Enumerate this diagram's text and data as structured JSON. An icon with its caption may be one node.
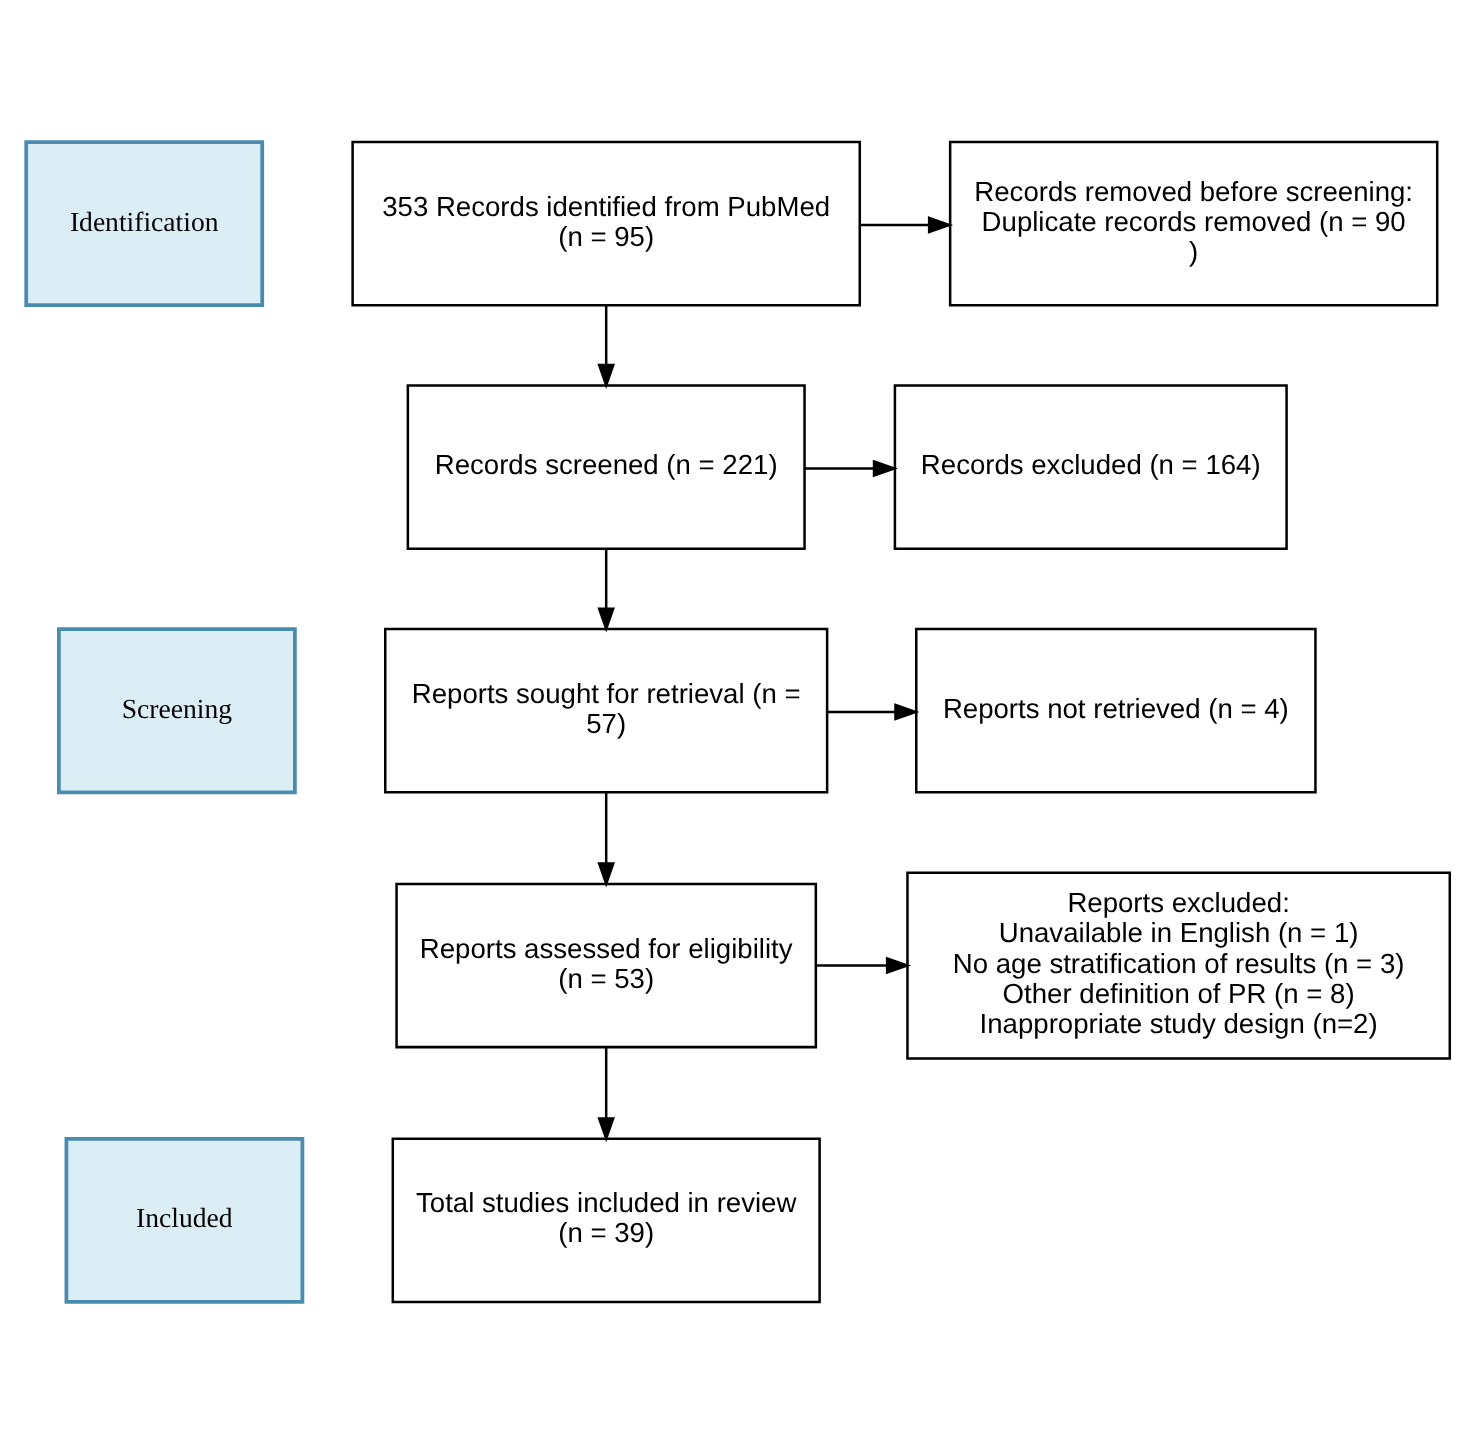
{
  "diagram": {
    "nodes": [
      {
        "text": [
          "Identification"
        ]
      },
      {
        "text": [
          "353 Records identified from PubMed (n = 95)"
        ]
      },
      {
        "text": [
          "Records removed before screening: Duplicate records removed (n = 90 )"
        ]
      },
      {
        "text": [
          "Screening"
        ]
      },
      {
        "text": [
          "Records screened (n = 221)"
        ]
      },
      {
        "text": [
          "Records excluded (n = 164)"
        ]
      },
      {
        "text": [
          "Reports sought for retrieval (n = 57)"
        ]
      },
      {
        "text": [
          "Reports not retrieved (n = 4)"
        ]
      },
      {
        "text": [
          "Reports assessed for eligibility (n = 53)"
        ]
      },
      {
        "text": [
          "Reports excluded:",
          "Unavailable in English (n = 1)",
          "No age stratification of results (n = 3)",
          "Other definition of PR (n = 8)",
          "Inappropriate study design (n=2)"
        ]
      },
      {
        "text": [
          "Included"
        ]
      },
      {
        "text": [
          "Total studies included in review (n = 39)"
        ]
      }
    ],
    "edges": [
      {
        "from": 1,
        "to": 2,
        "arrow": "to"
      },
      {
        "from": 1,
        "to": 4,
        "arrow": "to"
      },
      {
        "from": 4,
        "to": 5,
        "arrow": "to"
      },
      {
        "from": 4,
        "to": 6,
        "arrow": "to"
      },
      {
        "from": 6,
        "to": 7,
        "arrow": "to"
      },
      {
        "from": 6,
        "to": 8,
        "arrow": "to"
      },
      {
        "from": 8,
        "to": 9,
        "arrow": "to"
      },
      {
        "from": 8,
        "to": 11,
        "arrow": "to"
      }
    ]
  }
}
